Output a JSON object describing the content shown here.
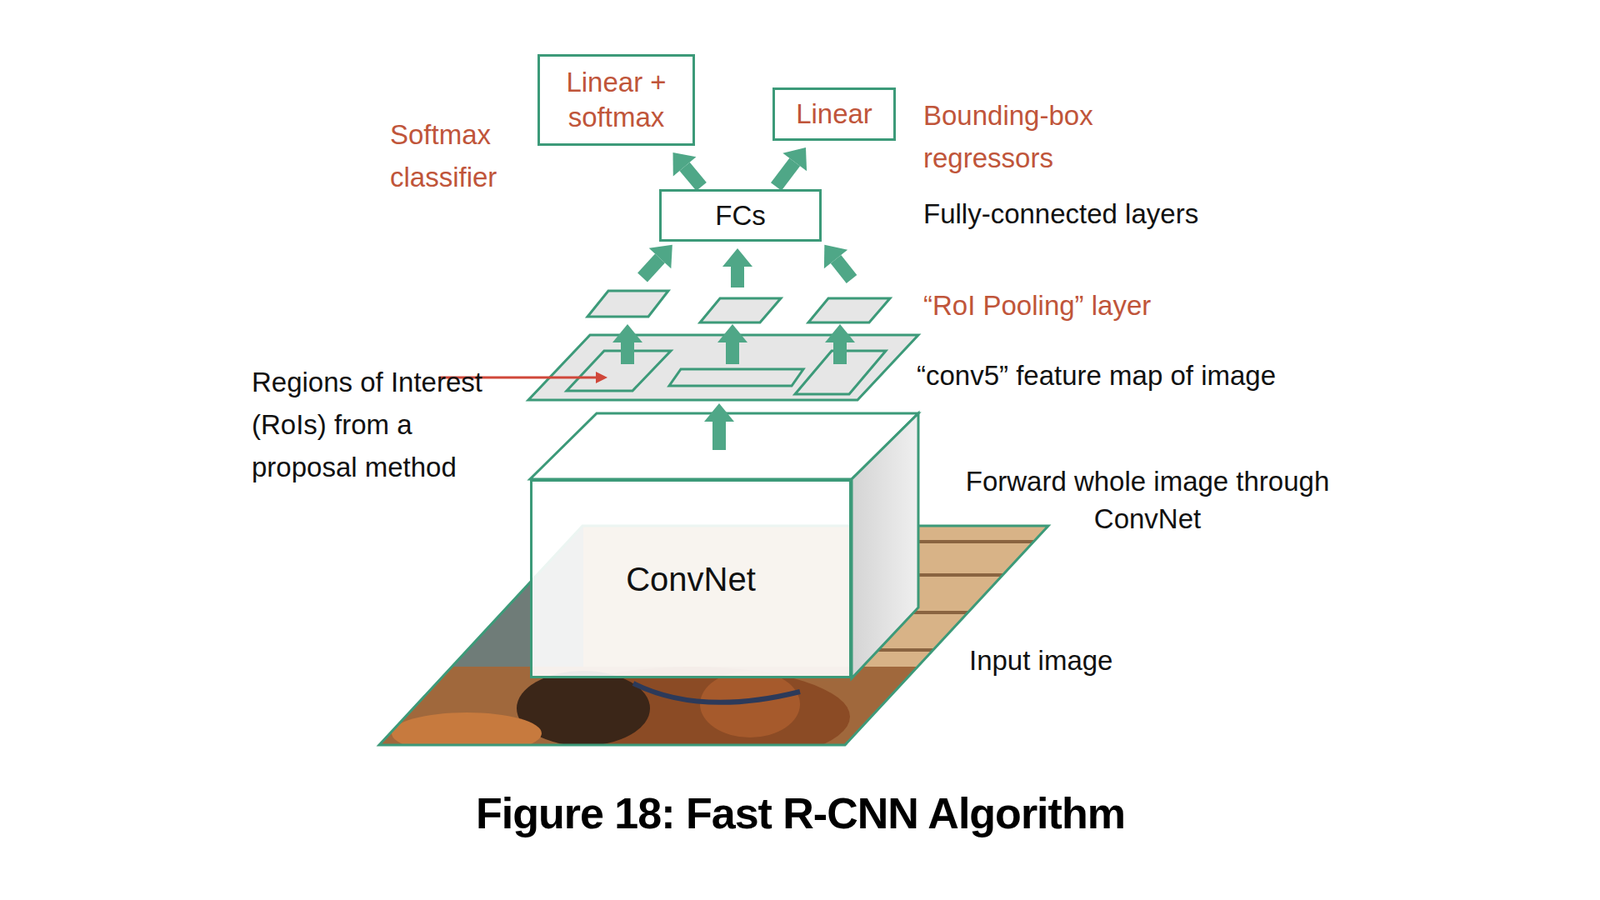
{
  "diagram": {
    "caption": "Figure 18: Fast R-CNN Algorithm",
    "nodes": [
      {
        "text": [
          "Linear + softmax"
        ]
      },
      {
        "text": [
          "Linear"
        ]
      },
      {
        "text": [
          "FCs"
        ]
      },
      {
        "text": [
          "ConvNet"
        ]
      }
    ],
    "edges": [
      {
        "from": 2,
        "to": 0,
        "arrow": "to"
      },
      {
        "from": 2,
        "to": 1,
        "arrow": "to"
      }
    ],
    "labels": [
      "Softmax classifier",
      "Bounding-box regressors",
      "Fully-connected layers",
      "“RoI Pooling” layer",
      "“conv5” feature map of image",
      "Regions of Interest (RoIs) from a proposal method",
      "Forward whole image through ConvNet",
      "Input image"
    ]
  }
}
